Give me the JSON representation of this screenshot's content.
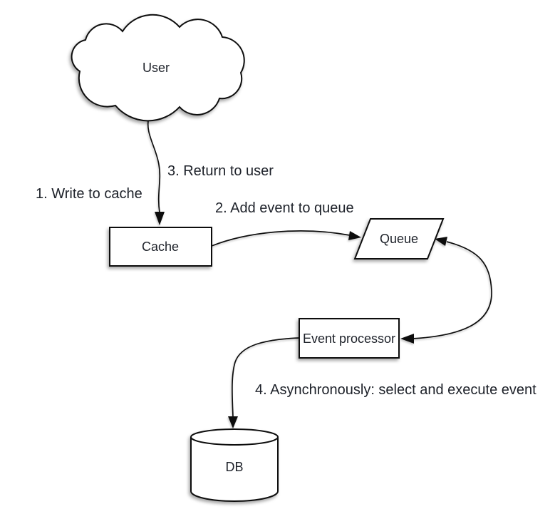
{
  "diagram": {
    "type": "flow-diagram",
    "background": "#ffffff",
    "colors": {
      "stroke": "#111111",
      "shape_fill": "#ffffff",
      "text": "#1d2129"
    },
    "nodes": [
      {
        "id": "user",
        "label": "User",
        "shape": "cloud"
      },
      {
        "id": "cache",
        "label": "Cache",
        "shape": "rectangle"
      },
      {
        "id": "queue",
        "label": "Queue",
        "shape": "parallelogram"
      },
      {
        "id": "event-processor",
        "label": "Event processor",
        "shape": "rectangle"
      },
      {
        "id": "db",
        "label": "DB",
        "shape": "cylinder"
      }
    ],
    "edges": [
      {
        "from": "user",
        "to": "cache",
        "label": "1. Write to cache",
        "arrow": "single"
      },
      {
        "from": "user",
        "to": "cache",
        "label": "3. Return to user",
        "arrow": "single"
      },
      {
        "from": "cache",
        "to": "queue",
        "label": "2. Add event to queue",
        "arrow": "single"
      },
      {
        "from": "queue",
        "to": "event-processor",
        "label": "",
        "arrow": "double"
      },
      {
        "from": "event-processor",
        "to": "db",
        "label": "4. Asynchronously: select and execute event",
        "arrow": "single"
      }
    ]
  }
}
